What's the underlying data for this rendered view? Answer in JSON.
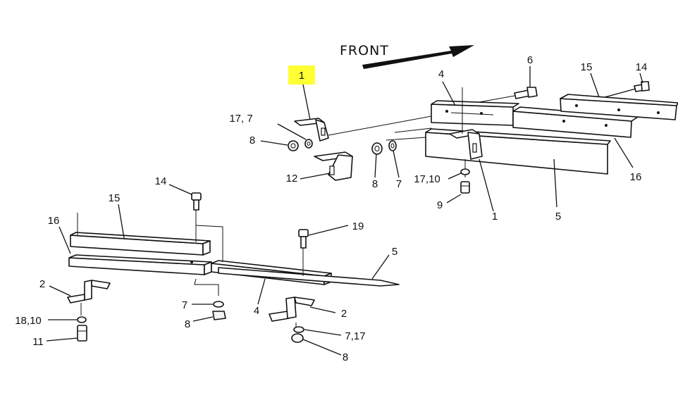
{
  "direction_label": "FRONT",
  "highlight_color": "#ffff33",
  "callouts": [
    {
      "id": "c1-highlight",
      "text": "1"
    },
    {
      "id": "c1",
      "text": "1"
    },
    {
      "id": "c2a",
      "text": "2"
    },
    {
      "id": "c2b",
      "text": "2"
    },
    {
      "id": "c4a",
      "text": "4"
    },
    {
      "id": "c4b",
      "text": "4"
    },
    {
      "id": "c5a",
      "text": "5"
    },
    {
      "id": "c5b",
      "text": "5"
    },
    {
      "id": "c6",
      "text": "6"
    },
    {
      "id": "c7a",
      "text": "7"
    },
    {
      "id": "c7b",
      "text": "7"
    },
    {
      "id": "c8a",
      "text": "8"
    },
    {
      "id": "c8b",
      "text": "8"
    },
    {
      "id": "c8c",
      "text": "8"
    },
    {
      "id": "c8d",
      "text": "8"
    },
    {
      "id": "c9",
      "text": "9"
    },
    {
      "id": "c11",
      "text": "11"
    },
    {
      "id": "c12",
      "text": "12"
    },
    {
      "id": "c14a",
      "text": "14"
    },
    {
      "id": "c14b",
      "text": "14"
    },
    {
      "id": "c15a",
      "text": "15"
    },
    {
      "id": "c15b",
      "text": "15"
    },
    {
      "id": "c16a",
      "text": "16"
    },
    {
      "id": "c16b",
      "text": "16"
    },
    {
      "id": "c19",
      "text": "19"
    },
    {
      "id": "c17-7",
      "text": "17, 7"
    },
    {
      "id": "c17-10",
      "text": "17,10"
    },
    {
      "id": "c18-10",
      "text": "18,10"
    },
    {
      "id": "c7-17",
      "text": "7,17"
    }
  ]
}
